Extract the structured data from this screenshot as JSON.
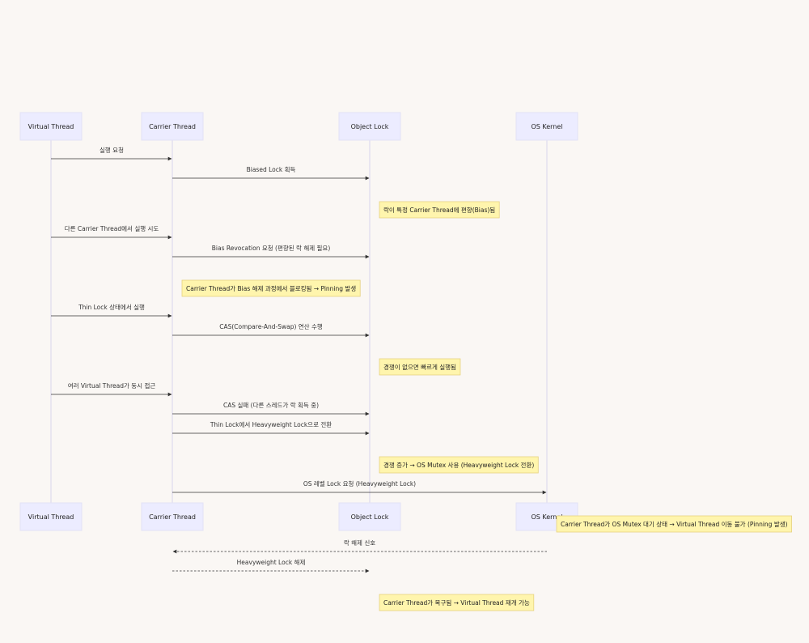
{
  "participants": [
    {
      "id": "vt",
      "label": "Virtual Thread"
    },
    {
      "id": "ct",
      "label": "Carrier Thread"
    },
    {
      "id": "ol",
      "label": "Object Lock"
    },
    {
      "id": "os",
      "label": "OS Kernel"
    }
  ],
  "steps": [
    {
      "kind": "message",
      "from": "vt",
      "to": "ct",
      "label": "실행 요청",
      "style": "solid"
    },
    {
      "kind": "message",
      "from": "ct",
      "to": "ol",
      "label": "Biased Lock 획득",
      "style": "solid"
    },
    {
      "kind": "note",
      "over": "ol",
      "text": "락이 특정 Carrier Thread에 편향(Bias)됨"
    },
    {
      "kind": "message",
      "from": "vt",
      "to": "ct",
      "label": "다른 Carrier Thread에서 실행 시도",
      "style": "solid"
    },
    {
      "kind": "message",
      "from": "ct",
      "to": "ol",
      "label": "Bias Revocation 요청 (편향된 락 해제 필요)",
      "style": "solid"
    },
    {
      "kind": "note",
      "over": "ct",
      "text": "Carrier Thread가 Bias 해제 과정에서 블로킹됨 → Pinning 발생"
    },
    {
      "kind": "message",
      "from": "vt",
      "to": "ct",
      "label": "Thin Lock 상태에서 실행",
      "style": "solid"
    },
    {
      "kind": "message",
      "from": "ct",
      "to": "ol",
      "label": "CAS(Compare-And-Swap) 연산 수행",
      "style": "solid"
    },
    {
      "kind": "note",
      "over": "ol",
      "text": "경쟁이 없으면 빠르게 실행됨"
    },
    {
      "kind": "message",
      "from": "vt",
      "to": "ct",
      "label": "여러 Virtual Thread가 동시 접근",
      "style": "solid"
    },
    {
      "kind": "message",
      "from": "ct",
      "to": "ol",
      "label": "CAS 실패 (다른 스레드가 락 획득 중)",
      "style": "solid"
    },
    {
      "kind": "message",
      "from": "ct",
      "to": "ol",
      "label": "Thin Lock에서 Heavyweight Lock으로 전환",
      "style": "solid"
    },
    {
      "kind": "note",
      "over": "ol",
      "text": "경쟁 증가 → OS Mutex 사용 (Heavyweight Lock 전환)"
    },
    {
      "kind": "message",
      "from": "ct",
      "to": "os",
      "label": "OS 레벨 Lock 요청 (Heavyweight Lock)",
      "style": "solid"
    },
    {
      "kind": "note",
      "over": "os",
      "text": "Carrier Thread가 OS Mutex 대기 상태 → Virtual Thread 이동 불가 (Pinning 발생)"
    },
    {
      "kind": "message",
      "from": "os",
      "to": "ct",
      "label": "락 해제 신호",
      "style": "dashed"
    },
    {
      "kind": "message",
      "from": "ct",
      "to": "ol",
      "label": "Heavyweight Lock 해제",
      "style": "dashed"
    },
    {
      "kind": "note",
      "over": "ol",
      "text": "Carrier Thread가 복구됨 → Virtual Thread 재개 가능"
    }
  ],
  "colors": {
    "background": "#faf7f4",
    "actor_fill": "#ececff",
    "lifeline": "#d8d4ec",
    "note_fill": "#fff5ad",
    "line": "#333333"
  }
}
